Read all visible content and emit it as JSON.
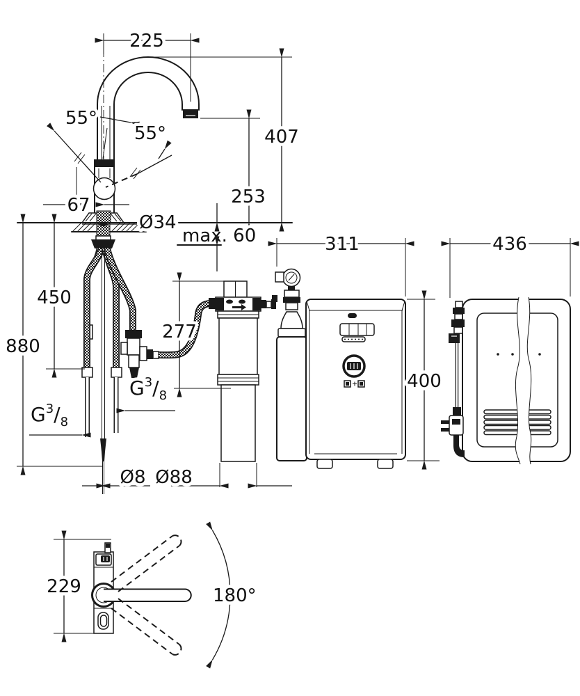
{
  "drawing": {
    "colors": {
      "line": "#1a1a1a",
      "background": "#ffffff"
    },
    "dims": {
      "spout_reach": "225",
      "angle_left": "55°",
      "angle_right": "55°",
      "height_total": "407",
      "height_outlet": "253",
      "handle_offset": "67",
      "body_dia": "Ø34",
      "counter_max": "max. 60",
      "cooler_width": "311",
      "cooler_depth": "436",
      "hose_450": "450",
      "hose_880": "880",
      "filter_height": "277",
      "cooler_height": "400",
      "tube_dia": "Ø8",
      "cartridge_dia": "Ø88",
      "base_height": "229",
      "swivel_angle": "180°"
    },
    "thread": {
      "letter": "G",
      "num": "3",
      "slash": "/",
      "den": "8"
    }
  }
}
